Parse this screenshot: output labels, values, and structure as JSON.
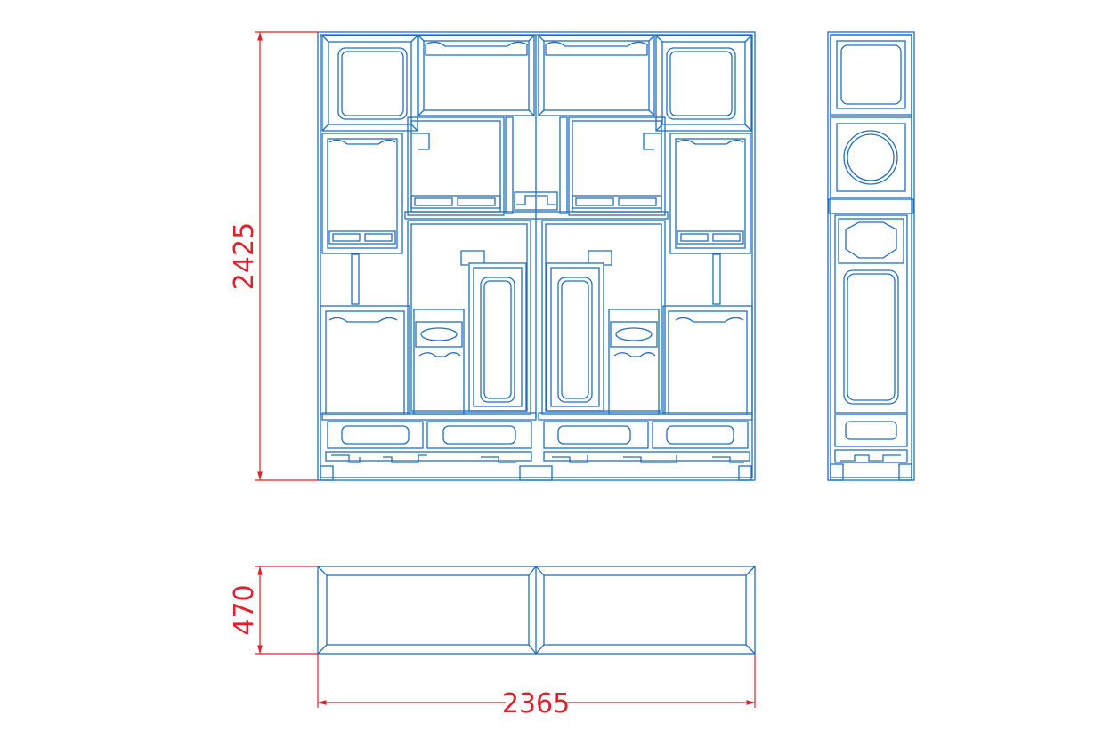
{
  "colors": {
    "furniture": "#1f6fc0",
    "dimension": "#e0202a",
    "background": "#ffffff"
  },
  "dimensions": {
    "height": "2425",
    "depth": "470",
    "width": "2365"
  }
}
